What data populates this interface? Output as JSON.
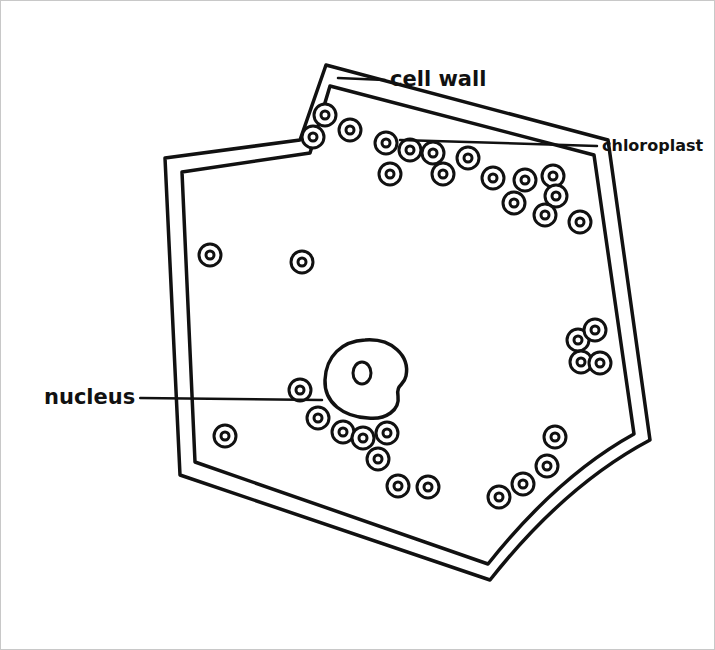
{
  "diagram": {
    "labels": [
      "cell wall",
      "chloroplast",
      "nucleus"
    ]
  }
}
